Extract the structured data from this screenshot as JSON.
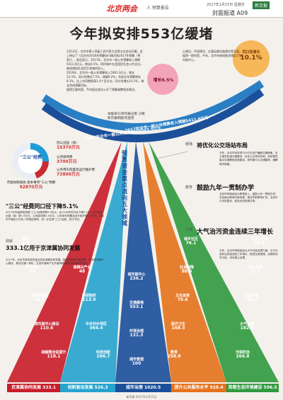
{
  "masthead": {
    "logo": "北京两会",
    "section_sub": "人 预算报告",
    "date": "2017年1月15日 星期日",
    "badge": "新京报",
    "section": "封面报道 A09"
  },
  "title": "今年拟安排553亿缓堵",
  "intro": {
    "p1": "1月14日，北京市第十四届人民代表大会第五次会议开幕，会上审议了《北京市2016年预算执行情况和2017年预算（草案）》。报告显示，2017年，北京市一般公共预算收入预期5411.6亿元，增长6.5%，同时城乡社会居民社会公共支出，继续增加社会民生领域的投入。",
    "p2": "2016年，北京市一般公共预算收入5081.3亿元，增长12.3%，同口径增长7.5%，增幅9.2%；完成全年预算增长9.1%，比上年同期提高1.4个百分点；同口径增长10.1%，增长完成预算目标。",
    "p3": "值得注意的是，今年报告首次公开了预算调整相关情况。",
    "p4": "心建设，环境建设，交通运输设施建设等方面。",
    "p5": "值得一提的是，今年，北京市继续推进落实了城市副中心。"
  },
  "author": "本版采写/新京报记者 沙璐\n新京报制图/何昱瑶",
  "arcs": {
    "income": "2017年全市一般公共预算收入预期5411.6亿元",
    "spend": "2017年全市一般公共预算支出6043.5亿元"
  },
  "bubbles": {
    "same_caliber_label": "同口径增长",
    "same_caliber_value": "10.1%",
    "growth": "增长6.5%"
  },
  "pie_key": {
    "center_title": "\"三公\"经费",
    "center_note": "市级财政拨款 基本事项\"三公\"预算",
    "center_value": "92870万元",
    "items": [
      {
        "label": "因公出国（境）",
        "value": "15370万元"
      },
      {
        "label": "公务接待费",
        "value": "3700万元"
      },
      {
        "label": "公务用车购置及运行维护费",
        "value": "73800万元"
      }
    ]
  },
  "left_block": {
    "head": "\"三公\"经费同口径下降5.1%",
    "text": "2017年市级财政拨款\"三公\"经费预算9.3亿元，比2016年同口径下降5.1%。其中因公出国（境）费1.5亿元，公务接待费0.4亿元，公务用车购置及运行维护费7.4亿元。北京市严格执行中央八项规定精神，进一步压减\"三公\"经费，厉行节约。"
  },
  "center_column": "预算资金重点流向五大领域",
  "sections": [
    {
      "tag": "缓堵",
      "head": "将优化公交场站布局",
      "text": "今年，北京市拟安排553亿元用于缓解交通拥堵，全力推进轨道交通建设，优化公交场站布局，加快推进重点交通基础设施建设。城市副中心交通路网，缓解城市拥堵。"
    },
    {
      "tag": "教育",
      "head": "鼓励九年一贯制办学",
      "text": "北京市将继续加大教育投入，鼓励九年一贯制办学，支持城乡教育均衡发展，推进学前教育扩容，支持中小学校建设，促进优质资源共享。"
    },
    {
      "tag": "环保",
      "head": "大气治污资金连续三年增长",
      "text": "今年，北京市将继续加大大气污染治理力度，大气污染防治资金连续三年增长，推进压减燃煤，治理机动车污染，深化扬尘治理。"
    },
    {
      "tag": "疏解",
      "head": "333.1亿用于京津冀协同发展",
      "text": "2017年，北京市将安排资金支持京津冀协同发展，推进非首都功能疏解，支持城市副中心建设，推动交通一体化、生态环保和产业升级转移等重点领域率先突破。"
    }
  ],
  "fan": {
    "groups": [
      {
        "name": "京津冀协同发展",
        "total": "333.1",
        "color": "#c81d2a",
        "items": [
          {
            "label": "疏解整治促提升",
            "value": "118.1"
          },
          {
            "label": "城市副中心建设",
            "value": "110.6"
          },
          {
            "label": "京津冀协同",
            "value": "43.3"
          },
          {
            "label": "对口帮扶",
            "value": "57"
          },
          {
            "label": "其他",
            "value": "4.1"
          }
        ]
      },
      {
        "name": "创新驱动发展",
        "total": "526.3",
        "color": "#26a3cf",
        "items": [
          {
            "label": "科技创新",
            "value": "266.7"
          },
          {
            "label": "中关村示范区",
            "value": "364.4"
          },
          {
            "label": "科研院所",
            "value": "113.9"
          },
          {
            "label": "高精尖产业",
            "value": "48"
          }
        ]
      },
      {
        "name": "城市治理",
        "total": "1020.5",
        "color": "#1b4f9a",
        "items": [
          {
            "label": "城市管理",
            "value": "100"
          },
          {
            "label": "环境治理",
            "value": "131.3"
          },
          {
            "label": "交通缓堵",
            "value": "553.1"
          },
          {
            "label": "城市副中心",
            "value": "236.2"
          }
        ]
      },
      {
        "name": "提升公共服务水平",
        "total": "928.4",
        "color": "#e5721b",
        "items": [
          {
            "label": "教育",
            "value": "258.8"
          },
          {
            "label": "医疗卫生",
            "value": "168.3"
          },
          {
            "label": "文化体育",
            "value": "79.6"
          },
          {
            "label": "社会保障",
            "value": "88.5"
          },
          {
            "label": "城乡社区",
            "value": "76.1"
          }
        ]
      },
      {
        "name": "首都生态环境建设",
        "total": "596.5",
        "color": "#2f9a3f",
        "items": [
          {
            "label": "污染防治",
            "value": "266.8"
          },
          {
            "label": "大气治理",
            "value": "182.2"
          },
          {
            "label": "节能环保",
            "value": "182.6"
          },
          {
            "label": "绿化造林",
            "value": "21.7"
          },
          {
            "label": "水污染防治",
            "value": "62.1"
          }
        ]
      }
    ]
  },
  "footer": "新京报 2017年1月15日"
}
